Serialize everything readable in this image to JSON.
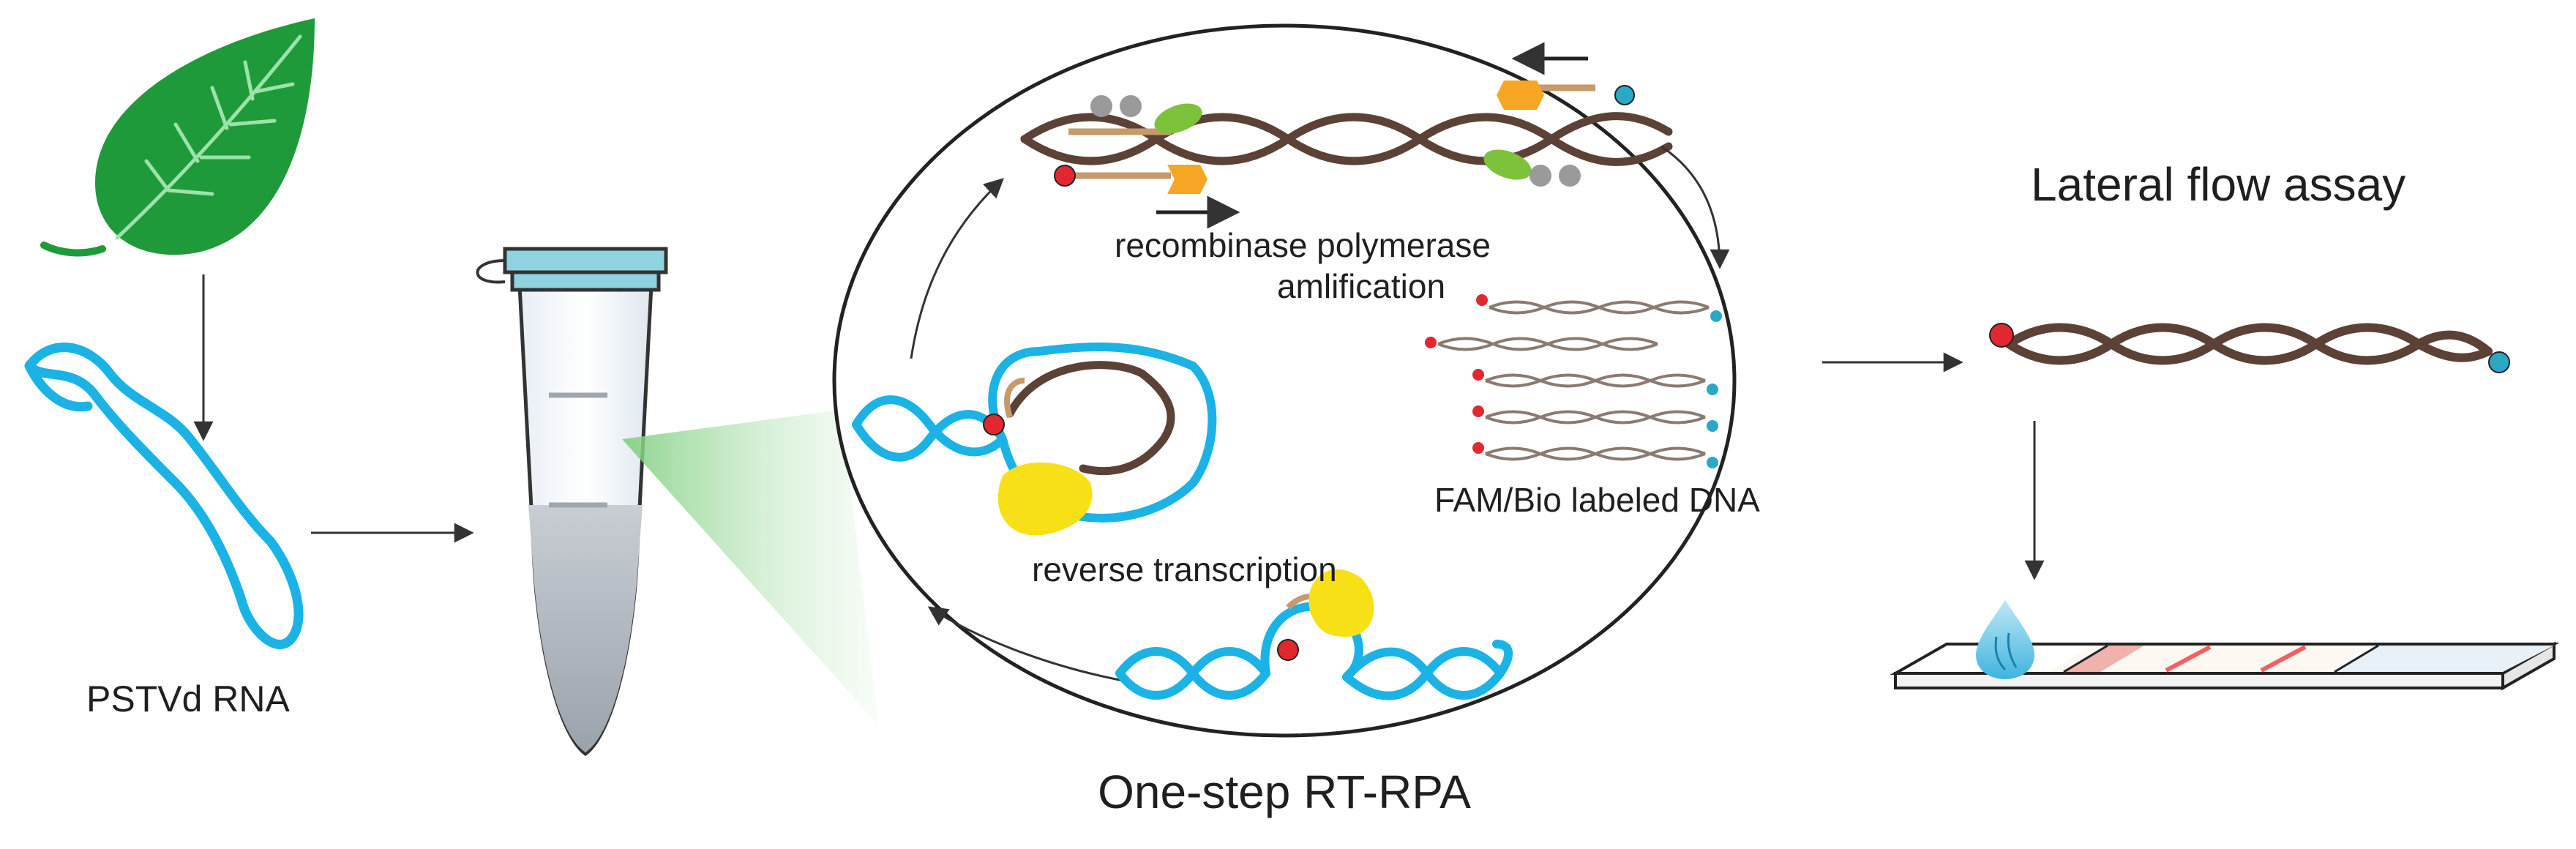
{
  "labels": {
    "pstvd_rna": "PSTVd RNA",
    "recombinase_line1": "recombinase polymerase",
    "recombinase_line2": "amlification",
    "reverse_transcription": "reverse transcription",
    "fam_bio": "FAM/Bio labeled DNA",
    "lateral_flow": "Lateral flow assay",
    "one_step": "One-step RT-RPA"
  },
  "colors": {
    "leaf": "#1f9a3a",
    "leaf_vein": "#9be3a8",
    "rna": "#1bb3e6",
    "dna": "#5b4136",
    "fam_label": "#e0282e",
    "bio_label": "#2aa8c6",
    "polymerase": "#f6a623",
    "recombinase": "#7cc23b",
    "ssb": "#9a9a9a",
    "reverse_transcriptase": "#f7e016",
    "tube_cap": "#8fd3e0",
    "test_line": "#f26060"
  },
  "icons": {
    "leaf": "leaf-icon",
    "rna": "rna-strand-icon",
    "tube": "eppendorf-tube-icon",
    "strip": "lateral-flow-strip-icon",
    "drop": "droplet-icon"
  }
}
